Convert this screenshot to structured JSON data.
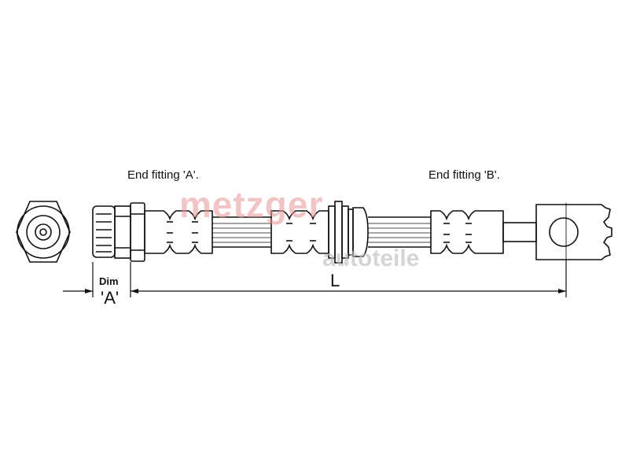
{
  "labels": {
    "end_fitting_a": "End fitting 'A'.",
    "end_fitting_b": "End fitting 'B'.",
    "dim": "Dim",
    "dim_value": "'A'",
    "length": "L"
  },
  "watermark": {
    "brand": "metzger",
    "subtitle": "autoteile"
  },
  "colors": {
    "line": "#111111",
    "watermark_red": "#e06060",
    "watermark_grey": "#b4b4b4"
  }
}
